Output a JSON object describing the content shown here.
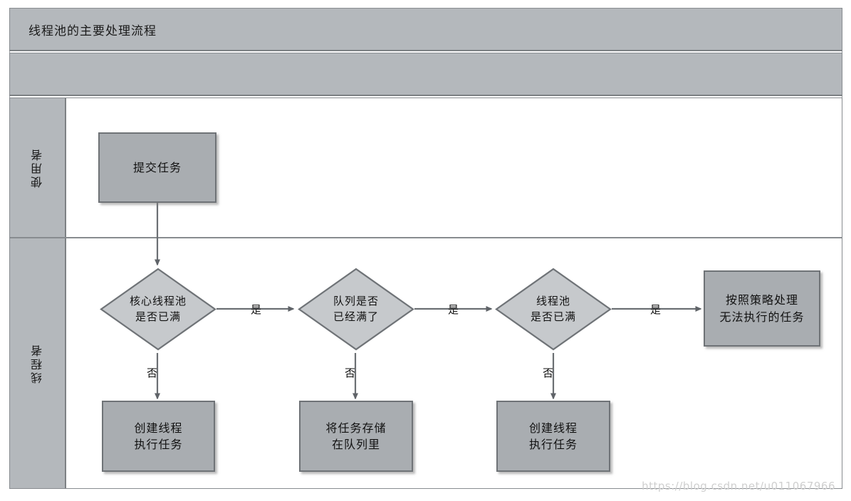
{
  "diagram": {
    "title": "线程池的主要处理流程",
    "watermark": "https://blog.csdn.net/u011067966",
    "colors": {
      "band_fill": "#b4b8bc",
      "process_fill": "#a9adb1",
      "decision_fill": "#c6c9cc",
      "border": "#6f7377",
      "lane_body": "#ffffff",
      "connector": "#6b6f73"
    },
    "lanes": [
      {
        "id": "user",
        "label": "使用者"
      },
      {
        "id": "thread",
        "label": "线程者"
      }
    ],
    "nodes": {
      "submit_task": {
        "type": "process",
        "label_line1": "提交任务",
        "lane": "user"
      },
      "core_pool_full": {
        "type": "decision",
        "label_line1": "核心线程池",
        "label_line2": "是否已满",
        "lane": "thread"
      },
      "queue_full": {
        "type": "decision",
        "label_line1": "队列是否",
        "label_line2": "已经满了",
        "lane": "thread"
      },
      "pool_full": {
        "type": "decision",
        "label_line1": "线程池",
        "label_line2": "是否已满",
        "lane": "thread"
      },
      "reject_policy": {
        "type": "process",
        "label_line1": "按照策略处理",
        "label_line2": "无法执行的任务",
        "lane": "thread"
      },
      "create_thread_1": {
        "type": "process",
        "label_line1": "创建线程",
        "label_line2": "执行任务",
        "lane": "thread"
      },
      "store_in_queue": {
        "type": "process",
        "label_line1": "将任务存储",
        "label_line2": "在队列里",
        "lane": "thread"
      },
      "create_thread_2": {
        "type": "process",
        "label_line1": "创建线程",
        "label_line2": "执行任务",
        "lane": "thread"
      }
    },
    "edge_labels": {
      "yes_1": "是",
      "yes_2": "是",
      "yes_3": "是",
      "no_1": "否",
      "no_2": "否",
      "no_3": "否"
    }
  }
}
